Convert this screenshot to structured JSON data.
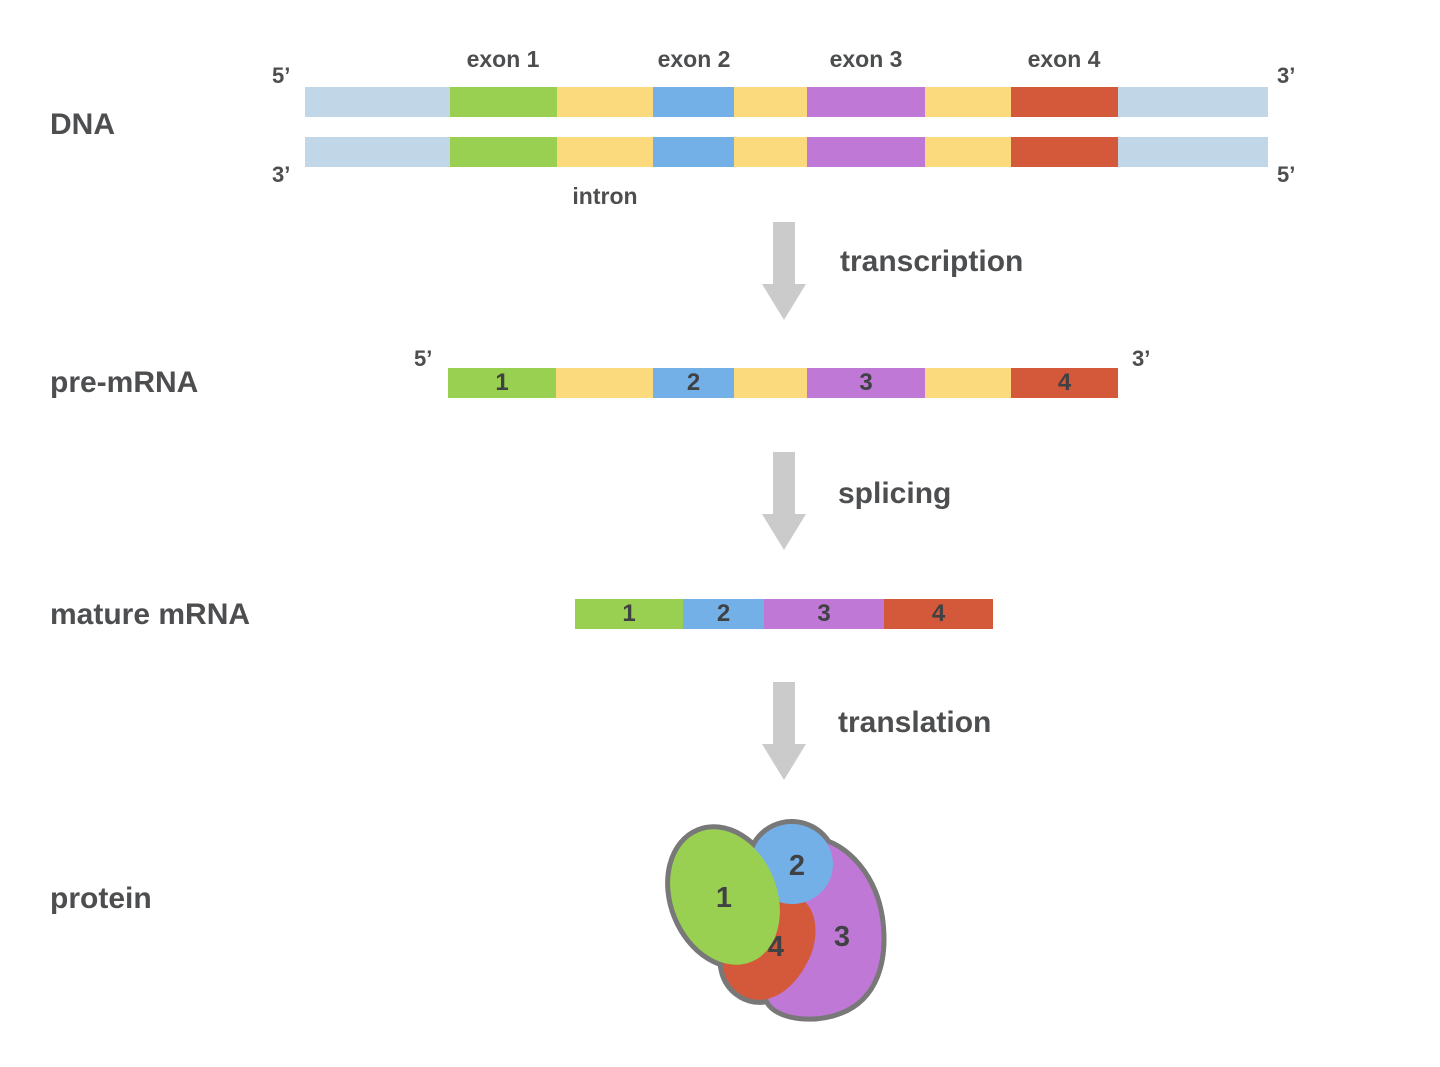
{
  "palette": {
    "lightblue": "#c1d7e8",
    "green": "#9ad052",
    "yellow": "#fbd97d",
    "blue": "#74b0e8",
    "purple": "#c078d6",
    "red": "#d4583a",
    "arrow": "#cccbcb",
    "outline": "#787879",
    "text": "#4d4e50",
    "number": "#3f4143"
  },
  "dna": {
    "label": "DNA",
    "five_prime": "5’",
    "three_prime": "3’",
    "exon_labels": [
      "exon 1",
      "exon 2",
      "exon 3",
      "exon 4"
    ],
    "intron_label": "intron",
    "segments": [
      {
        "c": "lightblue",
        "w": 145
      },
      {
        "c": "green",
        "w": 107
      },
      {
        "c": "yellow",
        "w": 96
      },
      {
        "c": "blue",
        "w": 81
      },
      {
        "c": "yellow",
        "w": 73
      },
      {
        "c": "purple",
        "w": 118
      },
      {
        "c": "yellow",
        "w": 86
      },
      {
        "c": "red",
        "w": 107
      },
      {
        "c": "lightblue",
        "w": 150
      }
    ]
  },
  "steps": [
    {
      "label": "transcription"
    },
    {
      "label": "splicing"
    },
    {
      "label": "translation"
    }
  ],
  "pre_mrna": {
    "label": "pre-mRNA",
    "five_prime": "5’",
    "three_prime": "3’",
    "segments": [
      {
        "c": "green",
        "w": 108,
        "n": "1"
      },
      {
        "c": "yellow",
        "w": 97
      },
      {
        "c": "blue",
        "w": 81,
        "n": "2"
      },
      {
        "c": "yellow",
        "w": 73
      },
      {
        "c": "purple",
        "w": 118,
        "n": "3"
      },
      {
        "c": "yellow",
        "w": 86
      },
      {
        "c": "red",
        "w": 107,
        "n": "4"
      }
    ]
  },
  "mature_mrna": {
    "label": "mature mRNA",
    "segments": [
      {
        "c": "green",
        "w": 108,
        "n": "1"
      },
      {
        "c": "blue",
        "w": 81,
        "n": "2"
      },
      {
        "c": "purple",
        "w": 120,
        "n": "3"
      },
      {
        "c": "red",
        "w": 109,
        "n": "4"
      }
    ]
  },
  "protein": {
    "label": "protein",
    "lobes": [
      {
        "n": "1",
        "c": "green"
      },
      {
        "n": "2",
        "c": "blue"
      },
      {
        "n": "3",
        "c": "purple"
      },
      {
        "n": "4",
        "c": "red"
      }
    ]
  }
}
